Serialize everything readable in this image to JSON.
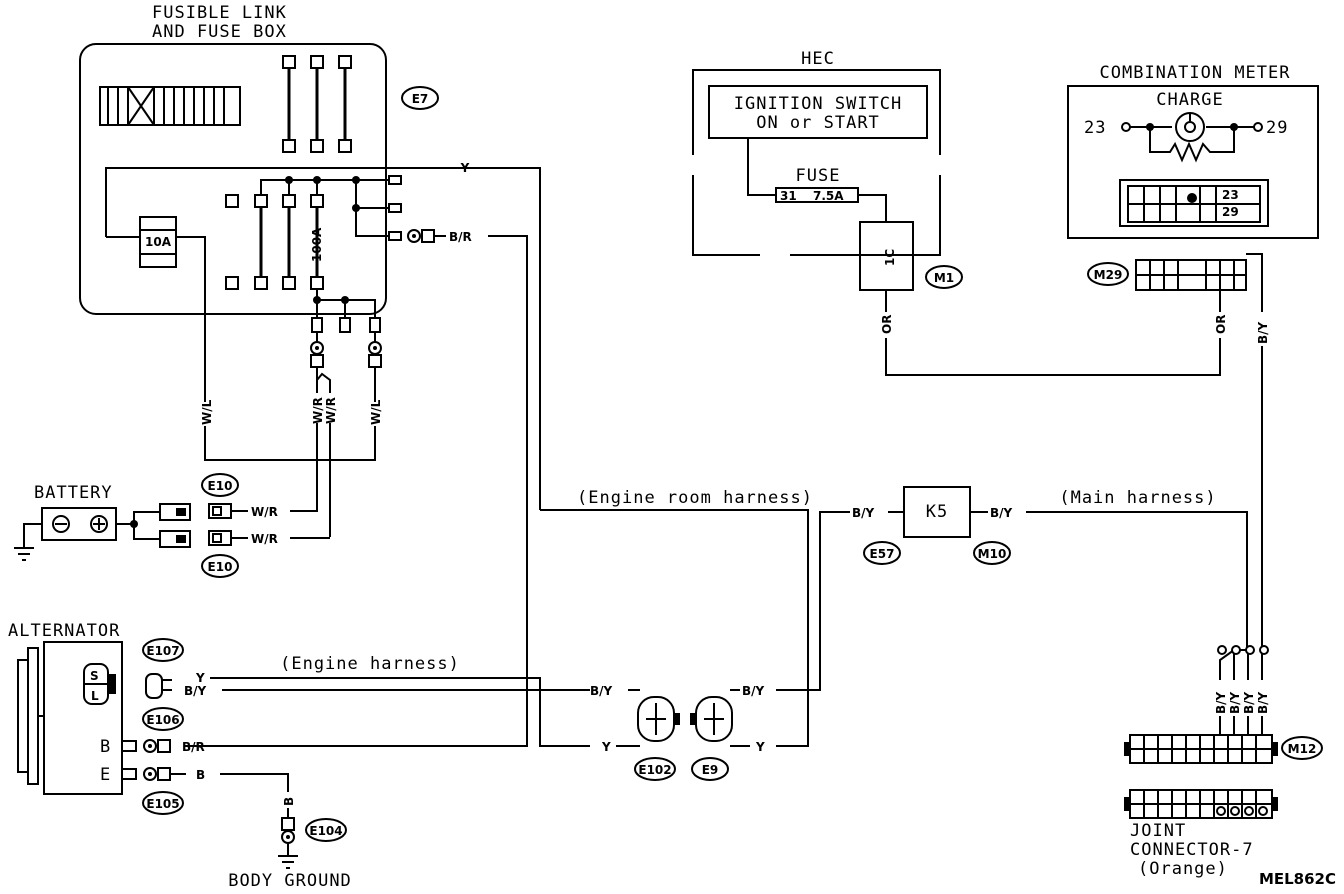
{
  "labels": {
    "fuse_box_title_1": "FUSIBLE LINK",
    "fuse_box_title_2": "AND FUSE BOX",
    "hec_title": "HEC",
    "ignition_1": "IGNITION SWITCH",
    "ignition_2": "ON or START",
    "fuse_title": "FUSE",
    "fuse_value": "31",
    "fuse_rating": "7.5A",
    "combo_title": "COMBINATION METER",
    "charge_title": "CHARGE",
    "pin_23": "23",
    "pin_29": "29",
    "battery": "BATTERY",
    "alternator": "ALTERNATOR",
    "alt_b": "B",
    "alt_e": "E",
    "alt_s": "S",
    "alt_l": "L",
    "body_ground": "BODY GROUND",
    "joint_1": "JOINT",
    "joint_2": "CONNECTOR-7",
    "joint_3": "(Orange)",
    "code": "MEL862C",
    "fuse_10a": "10A",
    "fuse_100a": "100A",
    "relay_k5": "K5",
    "hec_1c": "1C",
    "engine_room_harness": "(Engine room harness)",
    "main_harness": "(Main harness)",
    "engine_harness": "(Engine harness)"
  },
  "connectors": {
    "e7": "E7",
    "m1": "M1",
    "m29": "M29",
    "e10a": "E10",
    "e10b": "E10",
    "e57": "E57",
    "m10": "M10",
    "e107": "E107",
    "e106": "E106",
    "e105": "E105",
    "e104": "E104",
    "e102": "E102",
    "e9": "E9",
    "m12": "M12"
  },
  "wires": {
    "y_top": "Y",
    "br_top": "B/R",
    "or_left": "OR",
    "or_right": "OR",
    "by_right": "B/Y",
    "wl_left": "W/L",
    "wr_1": "W/R",
    "wr_2": "W/R",
    "wl_right": "W/L",
    "bat_wr1": "W/R",
    "bat_wr2": "W/R",
    "by_k5_left": "B/Y",
    "by_k5_right": "B/Y",
    "alt_y": "Y",
    "alt_by": "B/Y",
    "alt_br": "B/R",
    "alt_b": "B",
    "ground_b": "B",
    "e102_by": "B/Y",
    "e102_y": "Y",
    "e9_by": "B/Y",
    "e9_y": "Y",
    "m12_by1": "B/Y",
    "m12_by2": "B/Y",
    "m12_by3": "B/Y",
    "m12_by4": "B/Y"
  }
}
